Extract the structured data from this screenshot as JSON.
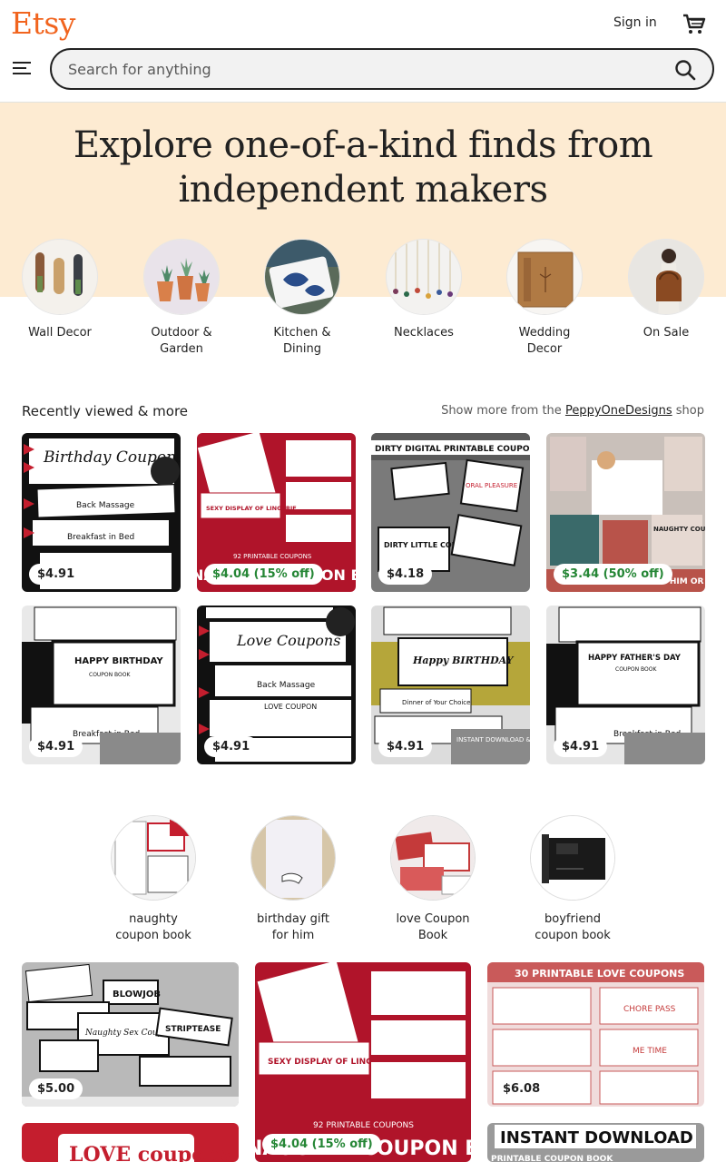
{
  "header": {
    "logo": "Etsy",
    "signin": "Sign in",
    "search_placeholder": "Search for anything"
  },
  "hero": {
    "title_line1": "Explore one-of-a-kind finds from",
    "title_line2": "independent makers"
  },
  "categories": [
    {
      "line1": "Wall Decor",
      "line2": ""
    },
    {
      "line1": "Outdoor &",
      "line2": "Garden"
    },
    {
      "line1": "Kitchen &",
      "line2": "Dining"
    },
    {
      "line1": "Necklaces",
      "line2": ""
    },
    {
      "line1": "Wedding",
      "line2": "Decor"
    },
    {
      "line1": "On Sale",
      "line2": ""
    }
  ],
  "recent": {
    "title": "Recently viewed & more",
    "more_prefix": "Show more from the ",
    "shop_name": "PeppyOneDesigns",
    "more_suffix": " shop",
    "items": [
      {
        "price": "$4.91",
        "sale": false,
        "img": [
          "Birthday Coupons",
          "Back Massage",
          "Breakfast in Bed"
        ]
      },
      {
        "price": "$4.04 (15% off)",
        "sale": true,
        "img": [
          "SEXY DISPLAY OF LINGERIE",
          "92 PRINTABLE COUPONS",
          "NAUGHTY COUPON BOOK"
        ]
      },
      {
        "price": "$4.18",
        "sale": false,
        "img": [
          "DIRTY DIGITAL PRINTABLE COUPONS",
          "DIRTY LITTLE COUPONS",
          "ORAL PLEASURE"
        ]
      },
      {
        "price": "$3.44 (50% off)",
        "sale": true,
        "img": [
          "NAUGHTY COUPONS",
          "FOR HIM OR HER",
          ""
        ]
      },
      {
        "price": "$4.91",
        "sale": false,
        "img": [
          "HAPPY BIRTHDAY",
          "COUPON BOOK",
          "Breakfast in Bed"
        ]
      },
      {
        "price": "$4.91",
        "sale": false,
        "img": [
          "Love Coupons",
          "Back Massage",
          "LOVE COUPON"
        ]
      },
      {
        "price": "$4.91",
        "sale": false,
        "img": [
          "Happy BIRTHDAY",
          "Dinner of Your Choice",
          "INSTANT DOWNLOAD & EDITABLE"
        ]
      },
      {
        "price": "$4.91",
        "sale": false,
        "img": [
          "HAPPY FATHER'S DAY",
          "COUPON BOOK",
          "Breakfast in Bed"
        ]
      }
    ]
  },
  "searches": [
    {
      "line1": "naughty",
      "line2": "coupon book"
    },
    {
      "line1": "birthday gift",
      "line2": "for him"
    },
    {
      "line1": "love Coupon",
      "line2": "Book"
    },
    {
      "line1": "boyfriend",
      "line2": "coupon book"
    }
  ],
  "grid": [
    {
      "price": "$5.00",
      "img": [
        "Naughty Sex Coupons",
        "BLOWJOB",
        "STRIPTEASE"
      ]
    },
    {
      "price": "$4.04 (15% off)",
      "img": [
        "SEXY DISPLAY OF LINGERIE",
        "92 PRINTABLE COUPONS",
        "NAUGHTY COUPON BOOK"
      ]
    },
    {
      "price": "$6.08",
      "img": [
        "30 PRINTABLE LOVE COUPONS",
        "CHORE PASS",
        "ME TIME"
      ]
    },
    {
      "price": "",
      "img": [
        "LOVE coupons",
        "",
        ""
      ]
    },
    {
      "price": "",
      "img": [
        "INSTANT DOWNLOAD",
        "PRINTABLE COUPON BOOK",
        ""
      ]
    }
  ],
  "colors": {
    "brand": "#f1641e",
    "hero_bg": "#fdebd2",
    "sale": "#258635"
  }
}
